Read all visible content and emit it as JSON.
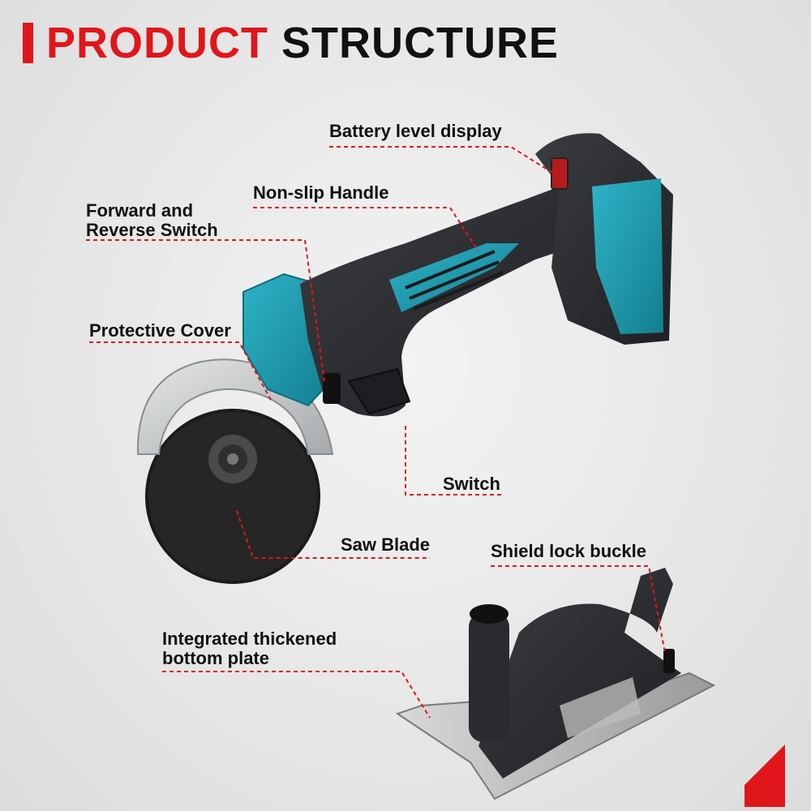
{
  "header": {
    "title_part1": "PRODUCT",
    "title_part2": "STRUCTURE"
  },
  "labels": {
    "battery": "Battery level display",
    "handle": "Non-slip Handle",
    "fr_switch_line1": "Forward and",
    "fr_switch_line2": "Reverse Switch",
    "cover": "Protective Cover",
    "switch": "Switch",
    "blade": "Saw Blade",
    "shield": "Shield lock buckle",
    "plate_line1": "Integrated thickened",
    "plate_line2": "bottom plate"
  },
  "colors": {
    "accent": "#e0161b",
    "tool_body": "#2b2d30",
    "tool_teal": "#1d9bb0",
    "guard": "#c9cbcc",
    "blade": "#1c1c1c"
  }
}
